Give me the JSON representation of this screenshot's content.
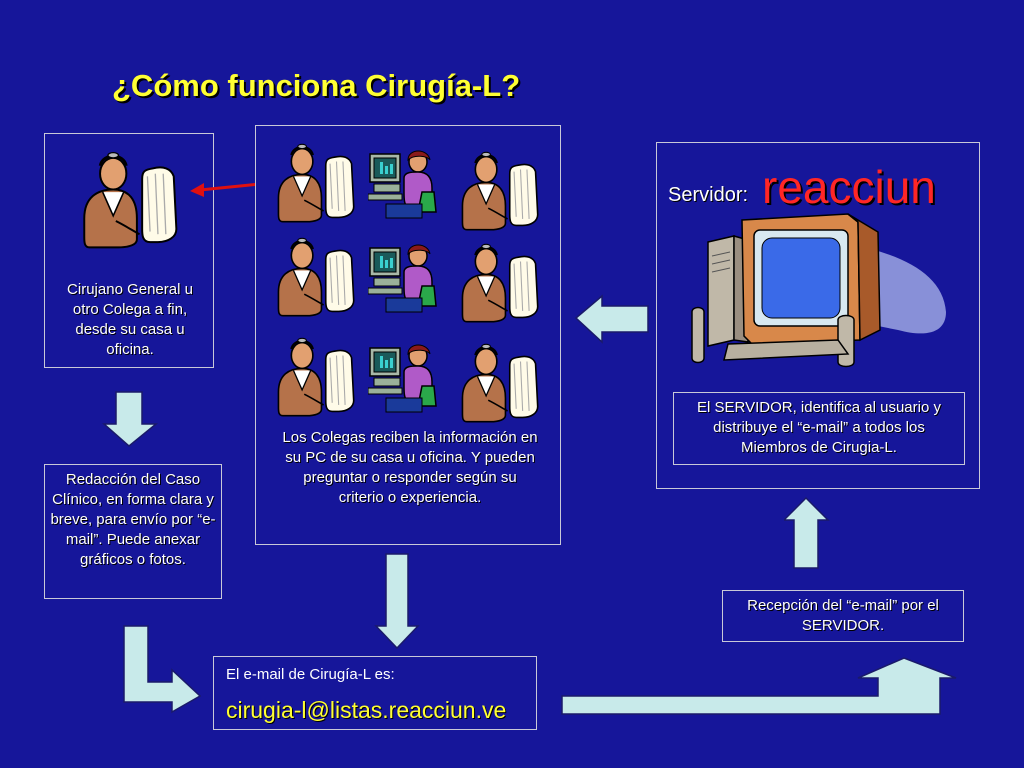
{
  "title": "¿Cómo funciona Cirugía-L?",
  "surgeon": {
    "caption": "Cirujano General u otro Colega a fin, desde su casa u oficina."
  },
  "drafting": {
    "caption": "Redacción del Caso Clínico, en forma clara y breve, para envío por “e-mail”. Puede anexar gráficos o fotos."
  },
  "colleagues": {
    "caption": "Los Colegas reciben la información en su PC de su casa u oficina. Y pueden preguntar o responder según su criterio o experiencia."
  },
  "server": {
    "label": "Servidor:",
    "name": "reacciun",
    "caption": "El SERVIDOR, identifica al usuario y distribuye el “e-mail” a todos los Miembros de Cirugia-L."
  },
  "reception": {
    "caption": "Recepción del “e-mail” por el SERVIDOR."
  },
  "email": {
    "label": "El e-mail de Cirugía-L es:",
    "address": "cirugia-l@listas.reacciun.ve"
  },
  "colors": {
    "background": "#16169a",
    "title": "#ffff33",
    "server_name": "#ff2626",
    "arrow_fill": "#c8eaea",
    "red_arrow": "#e01010"
  },
  "icons": [
    "doctor-icon",
    "computer-user-icon",
    "server-computer-icon",
    "flow-arrow-icon"
  ]
}
